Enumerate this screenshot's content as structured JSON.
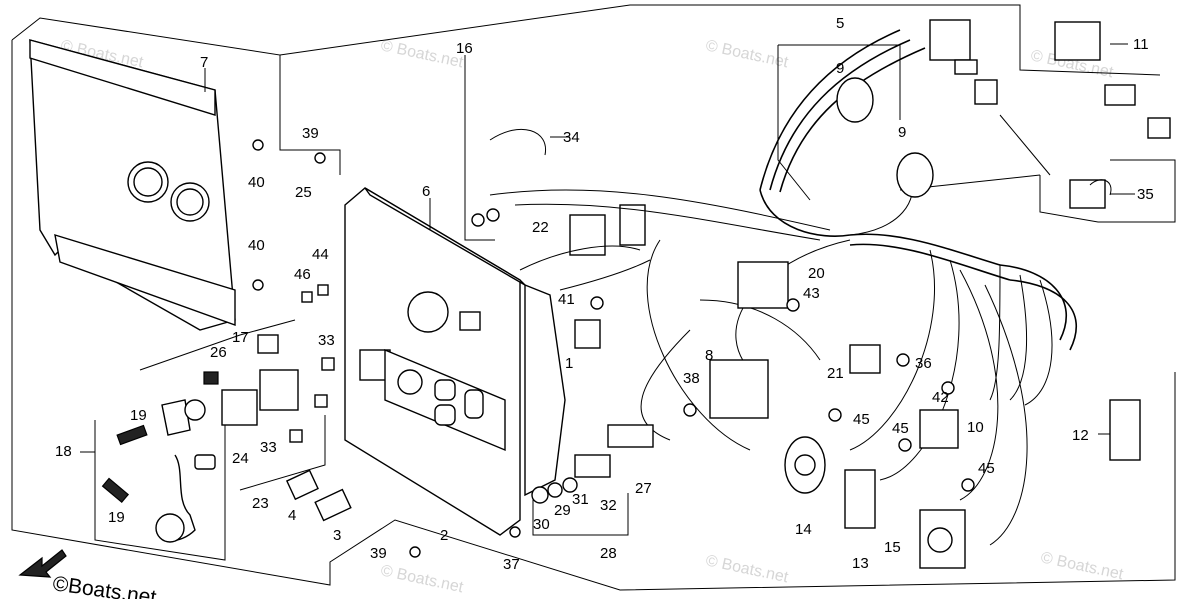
{
  "watermark": "© Boats.net",
  "brand": "©Boats.net",
  "labels": [
    "1",
    "2",
    "3",
    "4",
    "5",
    "6",
    "7",
    "8",
    "9",
    "9",
    "10",
    "11",
    "12",
    "13",
    "14",
    "15",
    "16",
    "17",
    "18",
    "19",
    "19",
    "20",
    "21",
    "22",
    "23",
    "24",
    "25",
    "26",
    "27",
    "28",
    "29",
    "30",
    "31",
    "32",
    "33",
    "33",
    "34",
    "35",
    "36",
    "37",
    "38",
    "39",
    "39",
    "40",
    "40",
    "41",
    "42",
    "43",
    "44",
    "45",
    "45",
    "45",
    "46"
  ],
  "icons": [
    "direction-arrow-icon",
    "boats-net-logo"
  ]
}
